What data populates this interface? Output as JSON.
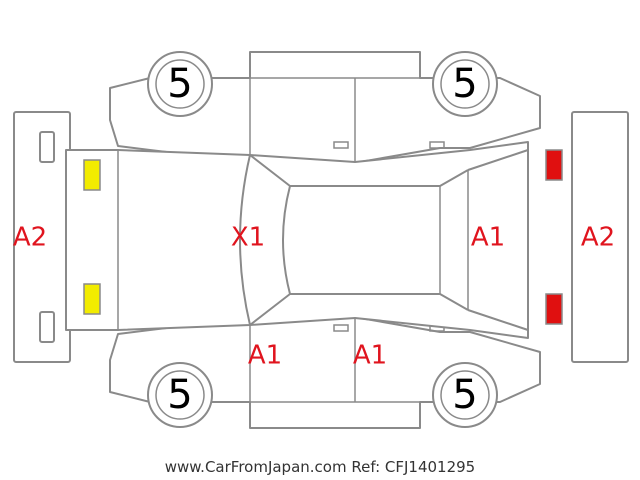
{
  "colors": {
    "outline": "#8a8a8a",
    "damage_code": "#e0141e",
    "marker_yellow": "#f2ec00",
    "marker_red": "#e01010"
  },
  "icons": {
    "yellow_marker": "yellow-lamp-marker",
    "red_marker": "red-lamp-marker"
  },
  "labels": {
    "front_bumper": "A2",
    "rear_bumper": "A2",
    "roof": "X1",
    "rear_glass_area": "A1",
    "door_front_left": "A1",
    "door_rear_left": "A1"
  },
  "tire_depth": {
    "front_top": "5",
    "rear_top": "5",
    "front_bottom": "5",
    "rear_bottom": "5"
  },
  "footer": "www.CarFromJapan.com Ref: CFJ1401295"
}
